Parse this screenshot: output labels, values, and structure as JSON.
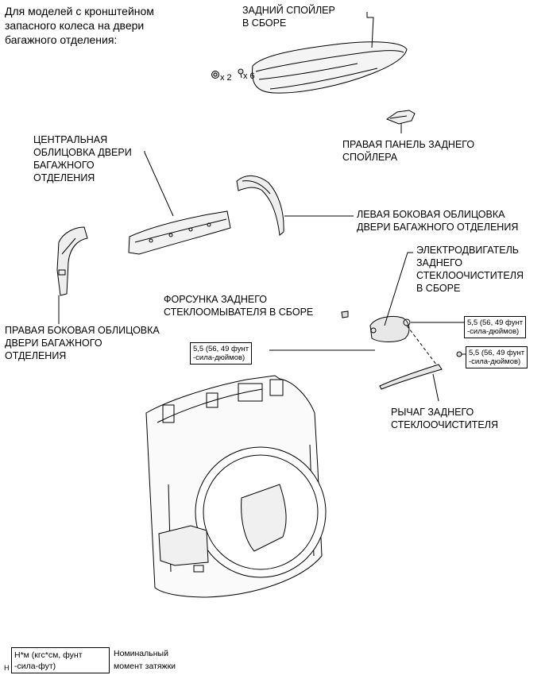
{
  "title": "Для моделей с кронштейном\nзапасного колеса на двери\nбагажного отделения:",
  "labels": {
    "rear_spoiler": "ЗАДНИЙ СПОЙЛЕР\nВ СБОРЕ",
    "qty_clip": "x 2",
    "qty_screw": "x 6",
    "right_spoiler_panel": "ПРАВАЯ ПАНЕЛЬ ЗАДНЕГО\nСПОЙЛЕРА",
    "center_trim": "ЦЕНТРАЛЬНАЯ\nОБЛИЦОВКА ДВЕРИ\nБАГАЖНОГО\nОТДЕЛЕНИЯ",
    "left_side_trim": "ЛЕВАЯ БОКОВАЯ ОБЛИЦОВКА\nДВЕРИ БАГАЖНОГО ОТДЕЛЕНИЯ",
    "wiper_motor": "ЭЛЕКТРОДВИГАТЕЛЬ\nЗАДНЕГО\nСТЕКЛООЧИСТИТЕЛЯ\nВ СБОРЕ",
    "washer_nozzle": "ФОРСУНКА ЗАДНЕГО\nСТЕКЛООМЫВАТЕЛЯ В СБОРЕ",
    "right_side_trim": "ПРАВАЯ БОКОВАЯ ОБЛИЦОВКА\nДВЕРИ БАГАЖНОГО\nОТДЕЛЕНИЯ",
    "wiper_arm": "РЫЧАГ ЗАДНЕГО\nСТЕКЛООЧИСТИТЕЛЯ"
  },
  "torque": {
    "motor_right": "5,5 (56, 49 фунт\n-сила-дюймов)",
    "motor_left": "5,5 (56, 49 фунт\n-сила-дюймов)",
    "arm_nut": "5,5 (56, 49 фунт\n-сила-дюймов)"
  },
  "legend": {
    "box": "Н*м (кгс*см, фунт\n-сила-фут)",
    "desc": "Номинальный\nмомент затяжки",
    "marker": "Н"
  }
}
